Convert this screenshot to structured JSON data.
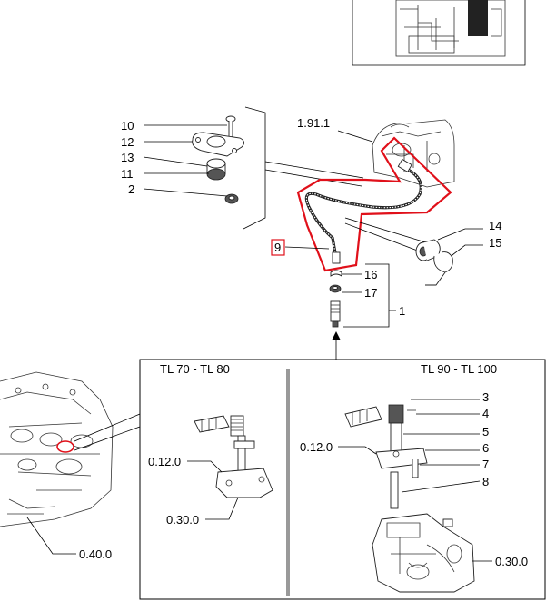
{
  "diagram": {
    "callouts": {
      "c10": "10",
      "c12": "12",
      "c13": "13",
      "c11": "11",
      "c2": "2",
      "c191": "1.91.1",
      "c14": "14",
      "c15": "15",
      "c9": "9",
      "c16": "16",
      "c17": "17",
      "c1": "1"
    },
    "inset": {
      "left_title": "TL 70 - TL 80",
      "right_title": "TL 90 - TL 100",
      "left_refs": {
        "r0120": "0.12.0",
        "r0300": "0.30.0"
      },
      "right_refs": {
        "r0120": "0.12.0",
        "r0300": "0.30.0"
      },
      "right_callouts": {
        "c3": "3",
        "c4": "4",
        "c5": "5",
        "c6": "6",
        "c7": "7",
        "c8": "8"
      }
    },
    "engine_ref": "0.40.0",
    "highlight_color": "#e0101a"
  }
}
